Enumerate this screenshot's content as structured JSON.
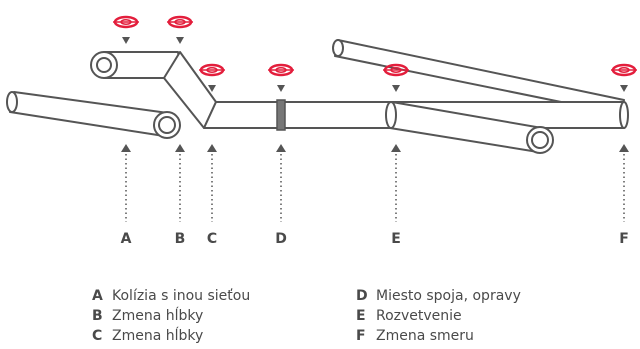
{
  "markers": [
    {
      "id": "A",
      "label": "A"
    },
    {
      "id": "B",
      "label": "B"
    },
    {
      "id": "C",
      "label": "C"
    },
    {
      "id": "D",
      "label": "D"
    },
    {
      "id": "E",
      "label": "E"
    },
    {
      "id": "F",
      "label": "F"
    }
  ],
  "legend": [
    {
      "key": "A",
      "text": "Kolízia s inou sieťou"
    },
    {
      "key": "B",
      "text": "Zmena hĺbky"
    },
    {
      "key": "C",
      "text": "Zmena hĺbky"
    },
    {
      "key": "D",
      "text": "Miesto spoja, opravy"
    },
    {
      "key": "E",
      "text": "Rozvetvenie"
    },
    {
      "key": "F",
      "text": "Zmena smeru"
    }
  ],
  "colors": {
    "sensor": "#e31e3c",
    "pipe_stroke": "#555555",
    "joint": "#777777",
    "text": "#4a4a4a"
  }
}
